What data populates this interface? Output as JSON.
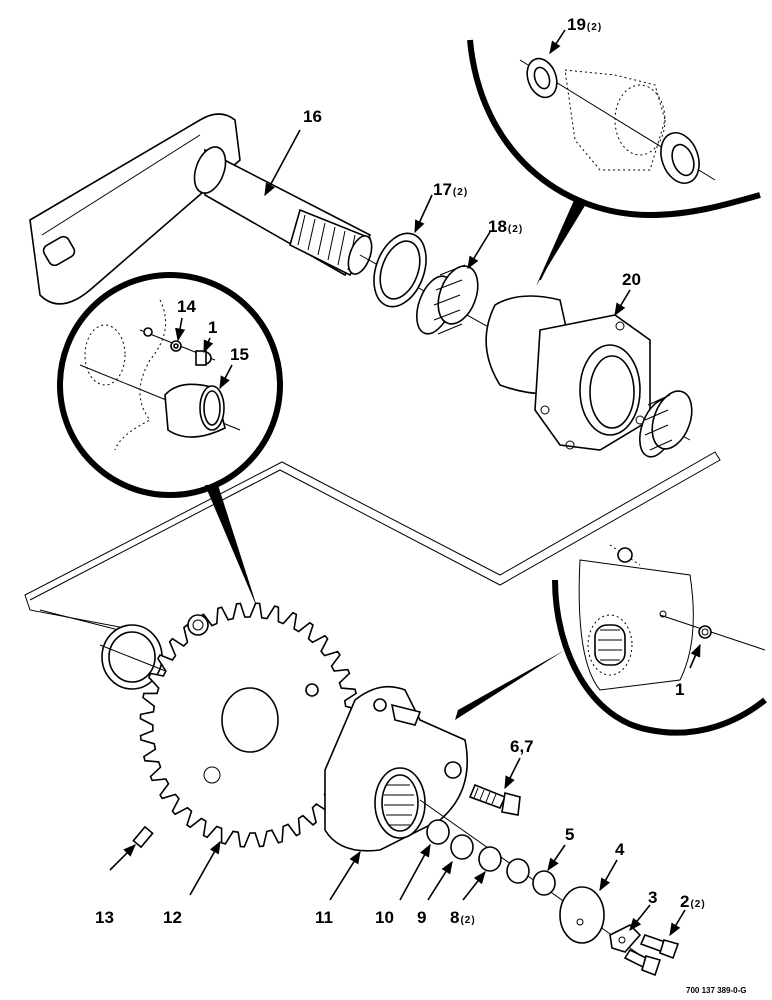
{
  "drawing_code": "700 137 389-0-G",
  "callouts": [
    {
      "id": "c19",
      "num": "19",
      "qty": "(2)"
    },
    {
      "id": "c16",
      "num": "16",
      "qty": ""
    },
    {
      "id": "c17",
      "num": "17",
      "qty": "(2)"
    },
    {
      "id": "c18",
      "num": "18",
      "qty": "(2)"
    },
    {
      "id": "c20",
      "num": "20",
      "qty": ""
    },
    {
      "id": "c14",
      "num": "14",
      "qty": ""
    },
    {
      "id": "c1a",
      "num": "1",
      "qty": ""
    },
    {
      "id": "c15",
      "num": "15",
      "qty": ""
    },
    {
      "id": "c1b",
      "num": "1",
      "qty": ""
    },
    {
      "id": "c67",
      "num": "6,7",
      "qty": ""
    },
    {
      "id": "c5",
      "num": "5",
      "qty": ""
    },
    {
      "id": "c4",
      "num": "4",
      "qty": ""
    },
    {
      "id": "c3",
      "num": "3",
      "qty": ""
    },
    {
      "id": "c2",
      "num": "2",
      "qty": "(2)"
    },
    {
      "id": "c13",
      "num": "13",
      "qty": ""
    },
    {
      "id": "c12",
      "num": "12",
      "qty": ""
    },
    {
      "id": "c11",
      "num": "11",
      "qty": ""
    },
    {
      "id": "c10",
      "num": "10",
      "qty": ""
    },
    {
      "id": "c9",
      "num": "9",
      "qty": ""
    },
    {
      "id": "c8",
      "num": "8",
      "qty": "(2)"
    }
  ]
}
